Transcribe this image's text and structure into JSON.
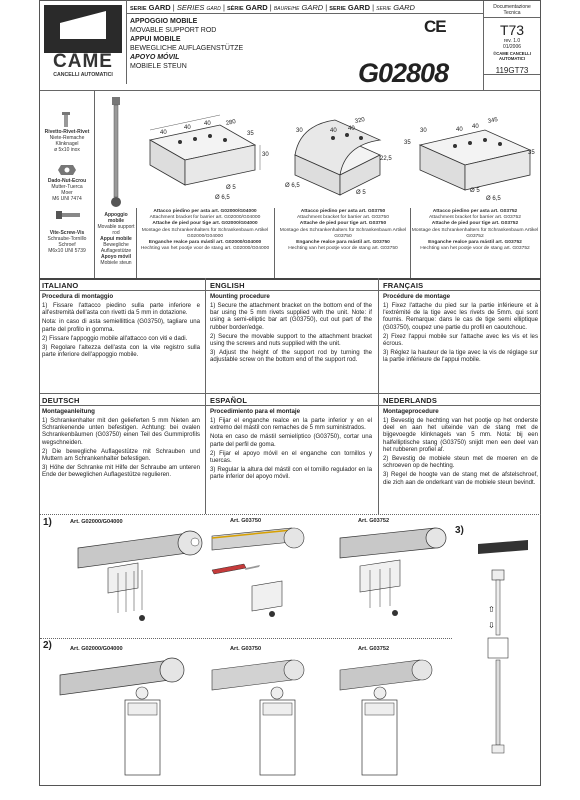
{
  "header": {
    "product_line": [
      {
        "a": "SERIE",
        "b": "GARD"
      },
      {
        "a": "GARD",
        "b": "SERIES"
      },
      {
        "a": "SÉRIE",
        "b": "GARD"
      },
      {
        "a": "BAUREIHE",
        "b": "GARD"
      },
      {
        "a": "SERIE",
        "b": "GARD"
      },
      {
        "a": "SERIE",
        "b": "GARD"
      }
    ],
    "titles": [
      "APPOGGIO MOBILE",
      "MOVABLE SUPPORT ROD",
      "APPUI MOBILE",
      "BEWEGLICHE AUFLAGENSTÜTZE",
      "APOYO MÓVIL",
      "MOBIELE STEUN"
    ],
    "brand": "CAME",
    "brand_sub": "CANCELLI AUTOMATICI",
    "code": "G02808",
    "ce": "CE",
    "doc_box": {
      "label": "Documentazione Tecnica",
      "code": "T73",
      "rev": "rev. 1.0",
      "date": "01/2006",
      "copyright": "©CAME CANCELLI AUTOMATICI",
      "ref": "119GT73"
    }
  },
  "components": {
    "rivet": [
      "Rivetto-Rivet-Rivet",
      "Niete-Remache",
      "Klinknagel",
      "ø 5x10 inox"
    ],
    "nut": [
      "Dado-Nut-Ecrou",
      "Mutter-Tuerca",
      "Moer",
      "M6 UNI 7474"
    ],
    "screw": [
      "Vite-Screw-Vis",
      "Schraube-Tornillo",
      "Schroef",
      "M6x10 UNI 5739"
    ],
    "mobile": [
      "Appoggio mobile",
      "Movable support rod",
      "Appui mobile",
      "Bewegliche Auflagestütze",
      "Apoyo móvil",
      "Mobiele steun"
    ]
  },
  "dims": {
    "d1": [
      "280",
      "40",
      "40",
      "40",
      "35",
      "30"
    ],
    "d2": [
      "30",
      "320",
      "40",
      "40",
      "22,5",
      "35"
    ],
    "d3": [
      "30",
      "345",
      "40",
      "40",
      "35"
    ],
    "hole": "Ø 5",
    "hole2": "Ø 6,5"
  },
  "bracket_captions": [
    [
      "Attacco piedino per asta art. G02000/G04000",
      "Attachment bracket for barrier art. G02000/G04000",
      "Attache de pied pour tige art. G02000/G04000",
      "Montage des Schrankenhalters für Schrankenbaum Artikel G02000/G04000",
      "Enganche realce para mástil art. G02000/G04000",
      "Hechting van het pootje voor de stang art. G02000/G04000"
    ],
    [
      "Attacco piedino per asta art. G03750",
      "Attachment bracket for barrier art. G03750",
      "Attache de pied pour tige art. G03750",
      "Montage des Schrankenhalters für Schrankenbaum Artikel G03750",
      "Enganche realce para mástil art. G03750",
      "Hechting van het pootje voor de stang art. G03750"
    ],
    [
      "Attacco piedino per asta art. G03752",
      "Attachment bracket for barrier art. G03752",
      "Attache de pied pour tige art. G03752",
      "Montage des Schrankenhalters für Schrankenbaum Artikel G03752",
      "Enganche realce para mástil art. G03752",
      "Hechting van het pootje voor de stang art. G03752"
    ]
  ],
  "sections": {
    "it": {
      "title": "ITALIANO",
      "sub": "Procedura di montaggio",
      "paras": [
        "1) Fissare l'attacco piedino sulla parte inferiore e all'estremità dell'asta con rivetti da 5 mm in dotazione.",
        "Nota: in caso di asta semiellittica (G03750), tagliare una parte del profilo in gomma.",
        "2) Fissare l'appoggio mobile all'attacco con viti e dadi.",
        "3) Regolare l'altezza dell'asta con la vite registro sulla parte inferiore dell'appoggio mobile."
      ]
    },
    "en": {
      "title": "ENGLISH",
      "sub": "Mounting procedure",
      "paras": [
        "1) Secure the attachment bracket on the bottom end of the bar using the 5 mm rivets supplied with the unit. Note: if using a semi-elliptic bar art (G03750), cut out part of the rubber border/edge.",
        "2) Secure the movable support to the attachment bracket using the screws and nuts supplied with the unit.",
        "3) Adjust the height of the support rod by turning the adjustable screw on the bottom end of the support rod."
      ]
    },
    "fr": {
      "title": "FRANÇAIS",
      "sub": "Procédure de montage",
      "paras": [
        "1) Fixez l'attache du pied sur la partie inférieure et à l'extrémité de la tige avec les rivets de 5mm. qui sont fournis. Remarque: dans le cas de tige semi elliptique (G03750), coupez une partie du profil en caoutchouc.",
        "2) Fixez l'appui mobile sur l'attache avec les vis et les écrous.",
        "3) Réglez la hauteur de la tige avec la vis de réglage sur la partie inférieure de l'appui mobile."
      ]
    },
    "de": {
      "title": "DEUTSCH",
      "sub": "Montageanleitung",
      "paras": [
        "1) Schrankenhalter mit den gelieferten 5 mm Nieten am Schrankenende unten befestigen. Achtung: bei ovalen Schrankenbäumen (G03750) einen Teil des Gummiprofils wegschneiden.",
        "2) Die bewegliche Auflagestütze mit Schrauben und Muttern am Schrankenhalter befestigen.",
        "3) Höhe der Schranke mit Hilfe der Schraube am unteren Ende der beweglichen Auflagestütze regulieren."
      ]
    },
    "es": {
      "title": "ESPAÑOL",
      "sub": "Procedimiento para el montaje",
      "paras": [
        "1) Fijar el enganche realce en la parte inferior y en el extremo del mástil con remaches de 5 mm suministrados.",
        "Nota en caso de mástil semielíptico (G03750), cortar una parte del perfil de goma.",
        "2) Fijar el apoyo móvil en el enganche con tornillos y tuercas.",
        "3) Regular la altura del mástil con el tornillo regulador en la parte inferior del apoyo móvil."
      ]
    },
    "nl": {
      "title": "NEDERLANDS",
      "sub": "Montageprocedure",
      "paras": [
        "1) Bevestig de hechting van het pootje op het onderste deel en aan het uiteinde van de stang met de bijgevoegde klinknagels van 5 mm. Nota: bij een halfelliptische stang (G03750) snijdt men een deel van het rubberen profiel af.",
        "2) Bevestig de mobiele steun met de moeren en de schroeven op de hechting.",
        "3) Regel de hoogte van de stang met de afstelschroef, die zich aan de onderkant van de mobiele steun bevindt."
      ]
    }
  },
  "steps": {
    "s1": "1)",
    "s2": "2)",
    "s3": "3)",
    "art1": "Art. G02000/G04000",
    "art2": "Art. G03750",
    "art3": "Art. G03752"
  }
}
